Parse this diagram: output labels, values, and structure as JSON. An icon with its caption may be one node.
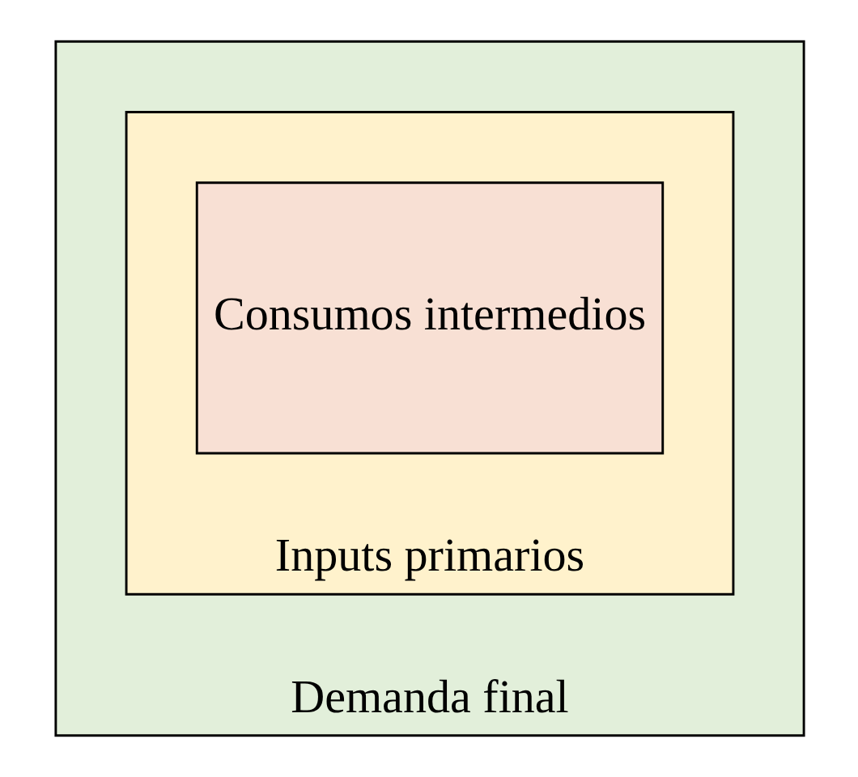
{
  "diagram": {
    "nodes": [
      {
        "text": [
          "Demanda final"
        ]
      },
      {
        "text": [
          "Inputs primarios"
        ],
        "in": 0
      },
      {
        "text": [
          "Consumos intermedios"
        ],
        "in": 1
      }
    ]
  }
}
